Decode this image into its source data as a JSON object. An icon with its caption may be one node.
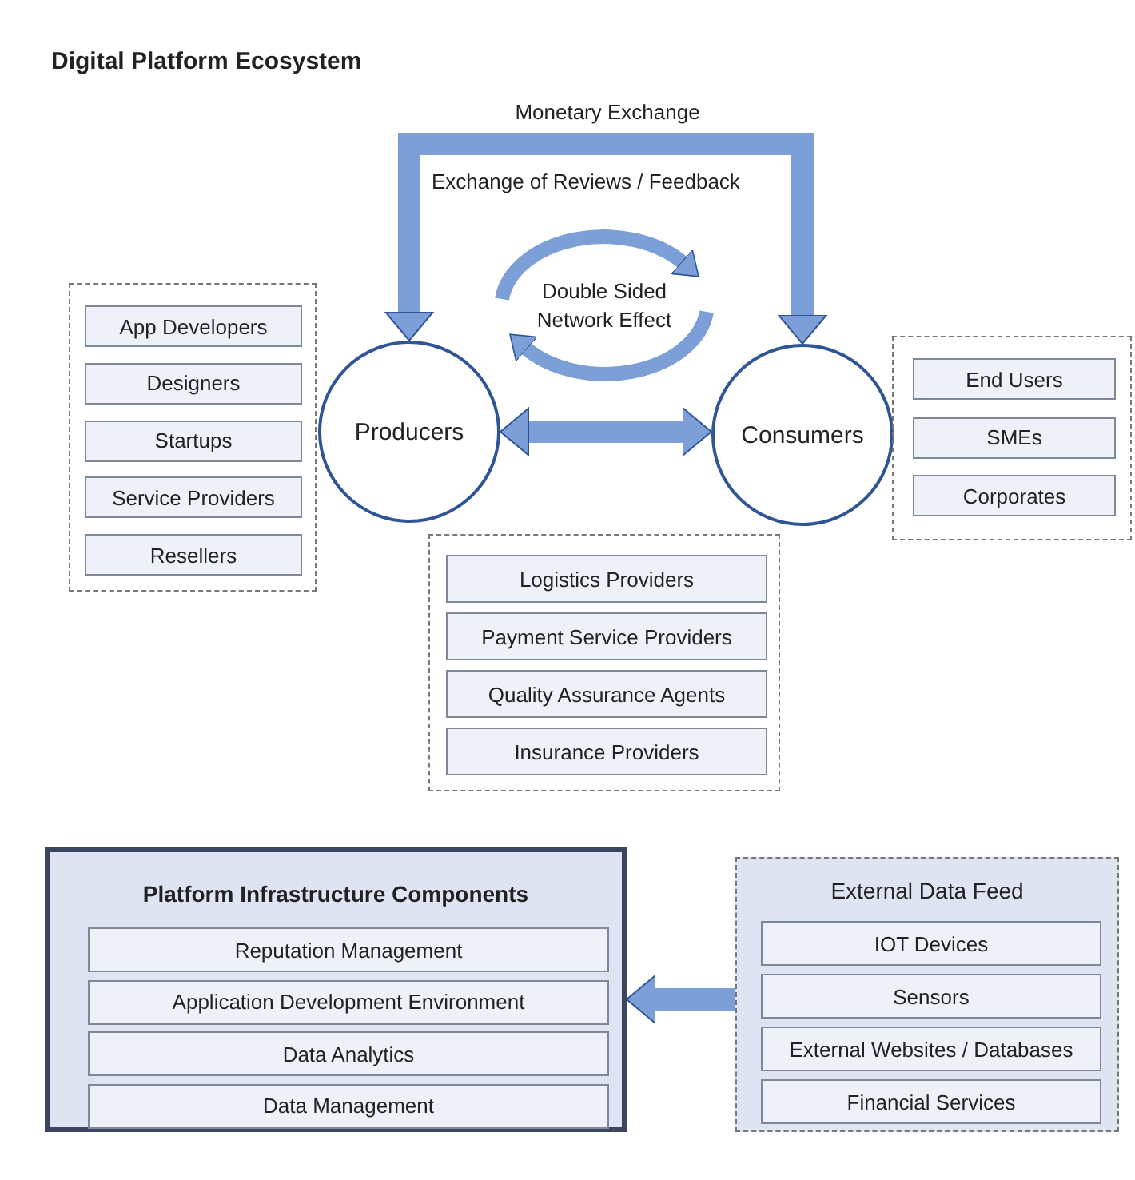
{
  "diagram": {
    "title": "Digital Platform Ecosystem",
    "nodes": [
      {
        "text": [],
        "shape": "box"
      },
      {
        "text": [
          "App Developers"
        ],
        "in": 0
      },
      {
        "text": [
          "Designers"
        ],
        "in": 0
      },
      {
        "text": [
          "Startups"
        ],
        "in": 0
      },
      {
        "text": [
          "Service Providers"
        ],
        "in": 0
      },
      {
        "text": [
          "Resellers"
        ],
        "in": 0
      },
      {
        "text": [
          "Producers"
        ]
      },
      {
        "text": [
          "Double Sided Network Effect"
        ]
      },
      {
        "text": [
          "Consumers"
        ]
      },
      {
        "text": [],
        "shape": "box"
      },
      {
        "text": [
          "End Users"
        ],
        "in": 9
      },
      {
        "text": [
          "SMEs"
        ],
        "in": 9
      },
      {
        "text": [
          "Corporates"
        ],
        "in": 9
      },
      {
        "text": [],
        "shape": "box"
      },
      {
        "text": [
          "Logistics Providers"
        ],
        "in": 13
      },
      {
        "text": [
          "Payment Service Providers"
        ],
        "in": 13
      },
      {
        "text": [
          "Quality Assurance Agents"
        ],
        "in": 13
      },
      {
        "text": [
          "Insurance Providers"
        ],
        "in": 13
      },
      {
        "text": [
          "Platform Infrastructure Components"
        ]
      },
      {
        "text": [
          "Reputation Management"
        ],
        "in": 18
      },
      {
        "text": [
          "Application Development Environment"
        ],
        "in": 18
      },
      {
        "text": [
          "Data Analytics"
        ],
        "in": 18
      },
      {
        "text": [
          "Data Management"
        ],
        "in": 18
      },
      {
        "text": [
          "External Data Feed"
        ]
      },
      {
        "text": [
          "IOT Devices"
        ],
        "in": 23
      },
      {
        "text": [
          "Sensors"
        ],
        "in": 23
      },
      {
        "text": [
          "External Websites / Databases"
        ],
        "in": 23
      },
      {
        "text": [
          "Financial Services"
        ],
        "in": 23
      }
    ],
    "edges": [
      {
        "from": 6,
        "to": 8,
        "arrow": "both",
        "label": "Monetary Exchange"
      },
      {
        "from": 6,
        "to": 8,
        "arrow": "both"
      },
      {
        "from": 23,
        "to": 18,
        "arrow": "to"
      }
    ],
    "labels": [
      "Exchange of Reviews / Feedback"
    ]
  }
}
